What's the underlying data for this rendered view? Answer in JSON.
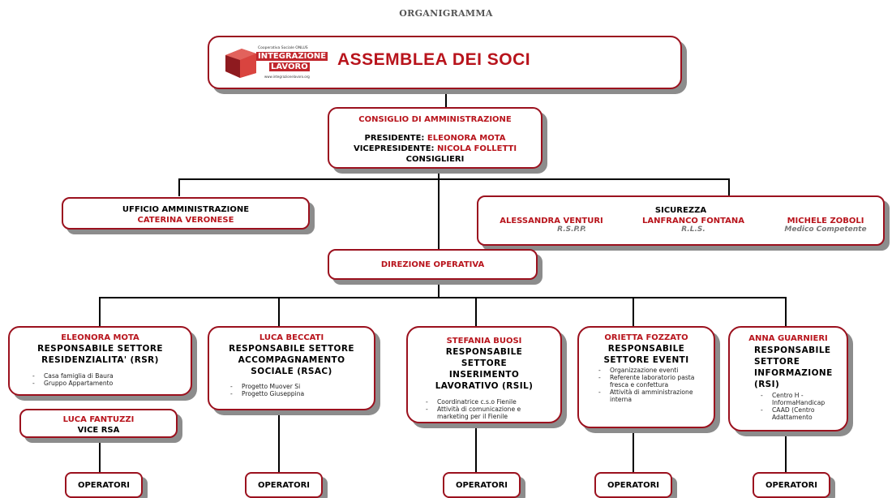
{
  "title": "ORGANIGRAMMA",
  "colors": {
    "accent": "#b8141c",
    "border": "#9b111e",
    "shadow": "#8c8c8c"
  },
  "assembly": {
    "logo": {
      "icon": "cube-logo-icon",
      "tagline": "Cooperativa Sociale ONLUS",
      "line1": "INTEGRAZIONE",
      "line2": "LAVORO",
      "url": "www.integrazionelavoro.org"
    },
    "label": "ASSEMBLEA DEI SOCI"
  },
  "board": {
    "heading": "CONSIGLIO DI AMMINISTRAZIONE",
    "president_label": "PRESIDENTE:",
    "president_name": "ELEONORA MOTA",
    "vice_label": "VICEPRESIDENTE:",
    "vice_name": "NICOLA FOLLETTI",
    "members": "CONSIGLIERI"
  },
  "admin_office": {
    "label": "UFFICIO AMMINISTRAZIONE",
    "name": "CATERINA VERONESE"
  },
  "safety": {
    "heading": "SICUREZZA",
    "people": [
      {
        "name": "ALESSANDRA VENTURI",
        "role": "R.S.P.P."
      },
      {
        "name": "LANFRANCO FONTANA",
        "role": "R.L.S."
      },
      {
        "name": "MICHELE ZOBOLI",
        "role": "Medico Competente"
      }
    ]
  },
  "operations": {
    "label": "DIREZIONE OPERATIVA"
  },
  "sectors": [
    {
      "name": "ELEONORA MOTA",
      "role": [
        "RESPONSABILE SETTORE",
        "RESIDENZIALITA' (RSR)"
      ],
      "items": [
        "Casa famiglia di Baura",
        "Gruppo Appartamento"
      ]
    },
    {
      "name": "LUCA BECCATI",
      "role": [
        "RESPONSABILE SETTORE",
        "ACCOMPAGNAMENTO",
        "SOCIALE (RSAC)"
      ],
      "items": [
        "Progetto Muover Si",
        "Progetto Giuseppina"
      ]
    },
    {
      "name": "STEFANIA BUOSI",
      "role": [
        "RESPONSABILE",
        "SETTORE",
        "INSERIMENTO",
        "LAVORATIVO (RSIL)"
      ],
      "items": [
        "Coordinatrice c.s.o Fienile",
        "Attività di comunicazione e marketing per il Fienile"
      ]
    },
    {
      "name": "ORIETTA FOZZATO",
      "role": [
        "RESPONSABILE",
        "SETTORE EVENTI"
      ],
      "items": [
        "Organizzazione eventi",
        "Referente laboratorio pasta fresca e confettura",
        "Attività di amministrazione interna"
      ]
    },
    {
      "name": "ANNA GUARNIERI",
      "role": [
        "RESPONSABILE",
        "SETTORE",
        "INFORMAZIONE",
        "(RSI)"
      ],
      "items": [
        "Centro H - InformaHandicap",
        "CAAD (Centro Adattamento"
      ]
    }
  ],
  "vice": {
    "name": "LUCA FANTUZZI",
    "role": "VICE RSA"
  },
  "operators_label": "OPERATORI"
}
